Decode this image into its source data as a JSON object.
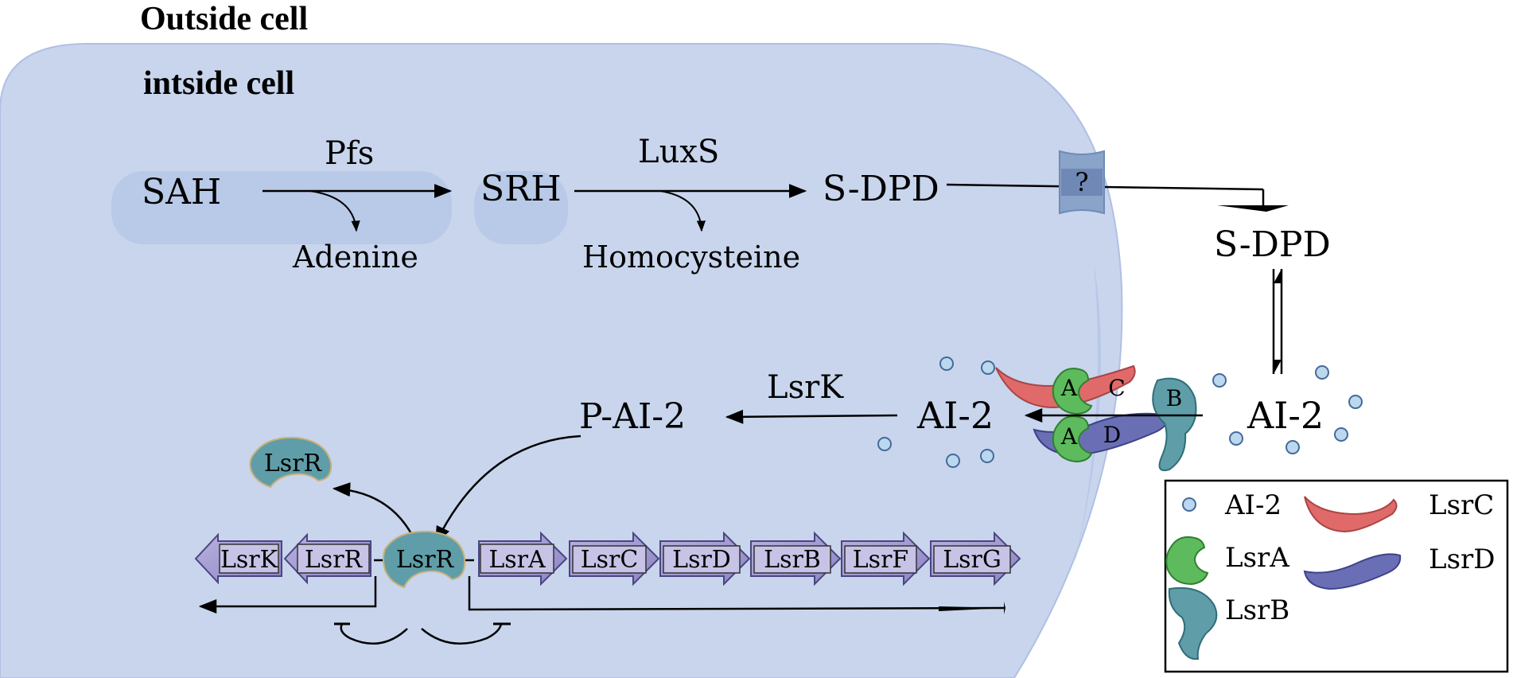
{
  "regions": {
    "outside_label": "Outside cell",
    "inside_label": "intside cell"
  },
  "pathway": {
    "sah": "SAH",
    "pfs": "Pfs",
    "srh": "SRH",
    "adenine": "Adenine",
    "luxs": "LuxS",
    "homocysteine": "Homocysteine",
    "sdpd_in": "S-DPD",
    "transporter": "?",
    "sdpd_out": "S-DPD",
    "ai2_out": "AI-2",
    "ai2_in": "AI-2",
    "lsrk_enzyme": "LsrK",
    "pai2": "P-AI-2",
    "lsrr_free": "LsrR",
    "lsrr_bound": "LsrR"
  },
  "transporter_complex": {
    "a_top": "A",
    "c": "C",
    "b": "B",
    "a_bottom": "A",
    "d": "D"
  },
  "genes_left": [
    "LsrK",
    "LsrR"
  ],
  "genes_right": [
    "LsrA",
    "LsrC",
    "LsrD",
    "LsrB",
    "LsrF",
    "LsrG"
  ],
  "legend": {
    "ai2": "AI-2",
    "lsra": "LsrA",
    "lsrb": "LsrB",
    "lsrc": "LsrC",
    "lsrd": "LsrD"
  },
  "colors": {
    "cell_fill": "#c8d5ed",
    "cell_edge": "#b7c6e6",
    "teal": "#5f9ea8",
    "green": "#5dbb5d",
    "red": "#e06a6a",
    "purple": "#6a6fb5",
    "gene_fill": "#a49bd2",
    "dot": "#bcd8ee"
  }
}
